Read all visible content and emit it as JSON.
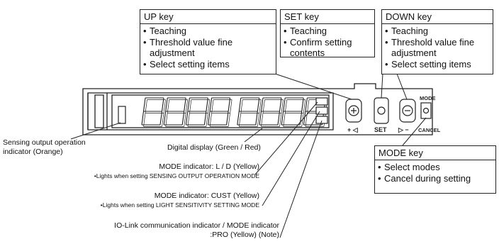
{
  "up_key": {
    "title": "UP key",
    "items": [
      "Teaching",
      "Threshold value fine adjustment",
      "Select setting items"
    ]
  },
  "set_key": {
    "title": "SET key",
    "items": [
      "Teaching",
      "Confirm setting contents"
    ]
  },
  "down_key": {
    "title": "DOWN key",
    "items": [
      "Teaching",
      "Threshold value fine adjustment",
      "Select setting items"
    ]
  },
  "mode_key": {
    "title": "MODE key",
    "items": [
      "Select modes",
      "Cancel during setting"
    ]
  },
  "labels": {
    "sensing_output_line1": "Sensing output operation",
    "sensing_output_line2": "indicator (Orange)",
    "digital_display": "Digital display (Green / Red)",
    "mode_ld": "MODE indicator: L / D (Yellow)",
    "mode_ld_note": "•Lights when setting SENSING OUTPUT OPERATION MODE",
    "mode_cust": "MODE indicator: CUST (Yellow)",
    "mode_cust_note": "•Lights when setting LIGHT SENSITIVITY SETTING MODE",
    "iolink_line1": "IO-Link communication indicator / MODE indicator",
    "iolink_line2": ":PRO (Yellow)  (Note)"
  },
  "device": {
    "display_digits": "88888888",
    "button_up_symbol": "+",
    "button_set_label": "SET",
    "button_down_symbol": "−",
    "mode_label": "MODE",
    "cancel_label": "CANCEL",
    "plus_arrow": "+ ◁",
    "minus_arrow": "▷ −"
  }
}
